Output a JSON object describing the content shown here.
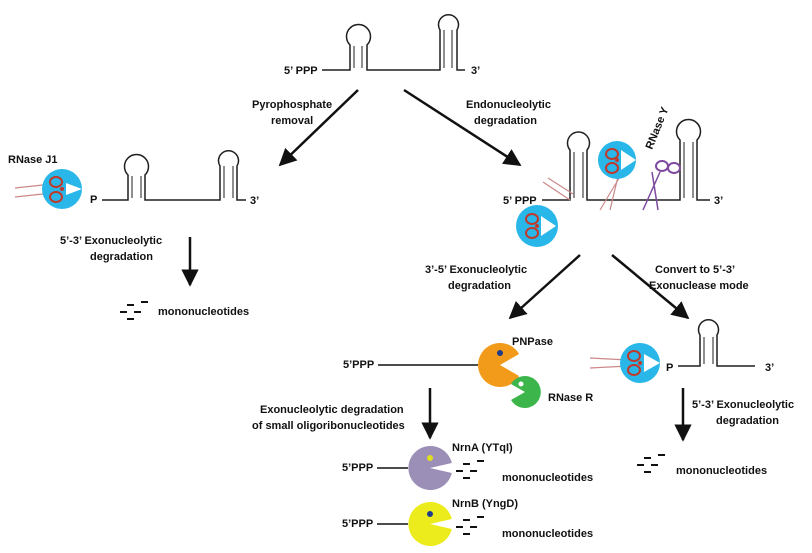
{
  "colors": {
    "enzyme_blue": "#29b6e8",
    "scissor_red": "#c0392b",
    "scissor_purple": "#7d4aa0",
    "pnpase": "#f29b1a",
    "rnase_r": "#3cb54a",
    "nrna": "#9b8fb8",
    "nrnb": "#ecec1c",
    "ink": "#111111"
  },
  "top": {
    "five": "5’ PPP",
    "three": "3’"
  },
  "steps": {
    "pyro_1": "Pyrophosphate",
    "pyro_2": "removal",
    "endo_1": "Endonucleolytic",
    "endo_2": "degradation"
  },
  "left": {
    "enzyme": "RNase J1",
    "p": "P",
    "three": "3’",
    "exo_1": "5’-3’ Exonucleolytic",
    "exo_2": "degradation",
    "product": "mononucleotides"
  },
  "right": {
    "five": "5’ PPP",
    "three": "3’",
    "rnase_y": "RNase Y",
    "exo35_1": "3’-5’ Exonucleolytic",
    "exo35_2": "degradation",
    "convert_1": "Convert to 5’-3’",
    "convert_2": "Exonuclease mode"
  },
  "bottom_left": {
    "five": "5’PPP",
    "pnpase": "PNPase",
    "rnase_r": "RNase R",
    "small_1": "Exonucleolytic degradation",
    "small_2": "of small oligoribonucleotides",
    "nrna_five": "5’PPP",
    "nrna": "NrnA (YTqI)",
    "nrna_product": "mononucleotides",
    "nrnb_five": "5’PPP",
    "nrnb": "NrnB (YngD)",
    "nrnb_product": "mononucleotides"
  },
  "bottom_right": {
    "p": "P",
    "three": "3’",
    "exo_1": "5’-3’ Exonucleolytic",
    "exo_2": "degradation",
    "product": "mononucleotides"
  }
}
